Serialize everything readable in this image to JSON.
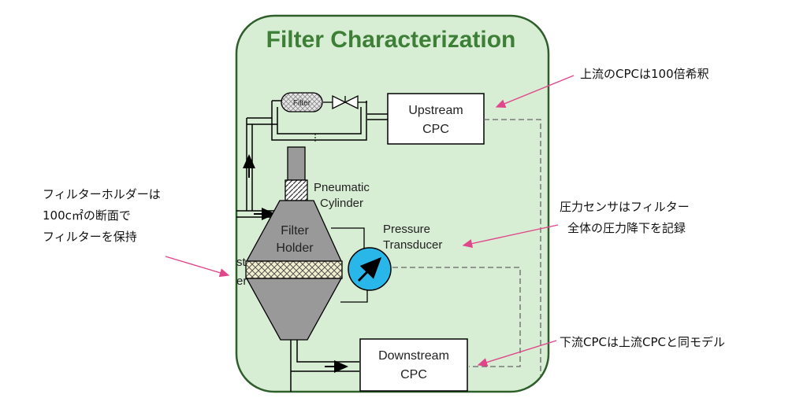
{
  "title": "Filter Characterization",
  "components": {
    "filter_inline": "Filter",
    "upstream_cpc_line1": "Upstream",
    "upstream_cpc_line2": "CPC",
    "downstream_cpc_line1": "Downstream",
    "downstream_cpc_line2": "CPC",
    "pneumatic_line1": "Pneumatic",
    "pneumatic_line2": "Cylinder",
    "filter_holder_line1": "Filter",
    "filter_holder_line2": "Holder",
    "pressure_line1": "Pressure",
    "pressure_line2": "Transducer",
    "cutoff_label_1": "st",
    "cutoff_label_2": "er"
  },
  "annotations": {
    "upstream_note": "上流のCPCは100倍希釈",
    "holder_note_line1": "フィルターホルダーは",
    "holder_note_line2": "100c㎡の断面で",
    "holder_note_line3": "フィルターを保持",
    "pressure_note_line1": "圧力センサはフィルター",
    "pressure_note_line2": "全体の圧力降下を記録",
    "downstream_note": "下流CPCは上流CPCと同モデル"
  },
  "colors": {
    "panel_fill": "#d8eed4",
    "panel_border": "#2e5e2a",
    "title": "#3d7f36",
    "arrow": "#e0468a",
    "holder_fill": "#999999",
    "transducer_fill": "#29b6e8"
  }
}
